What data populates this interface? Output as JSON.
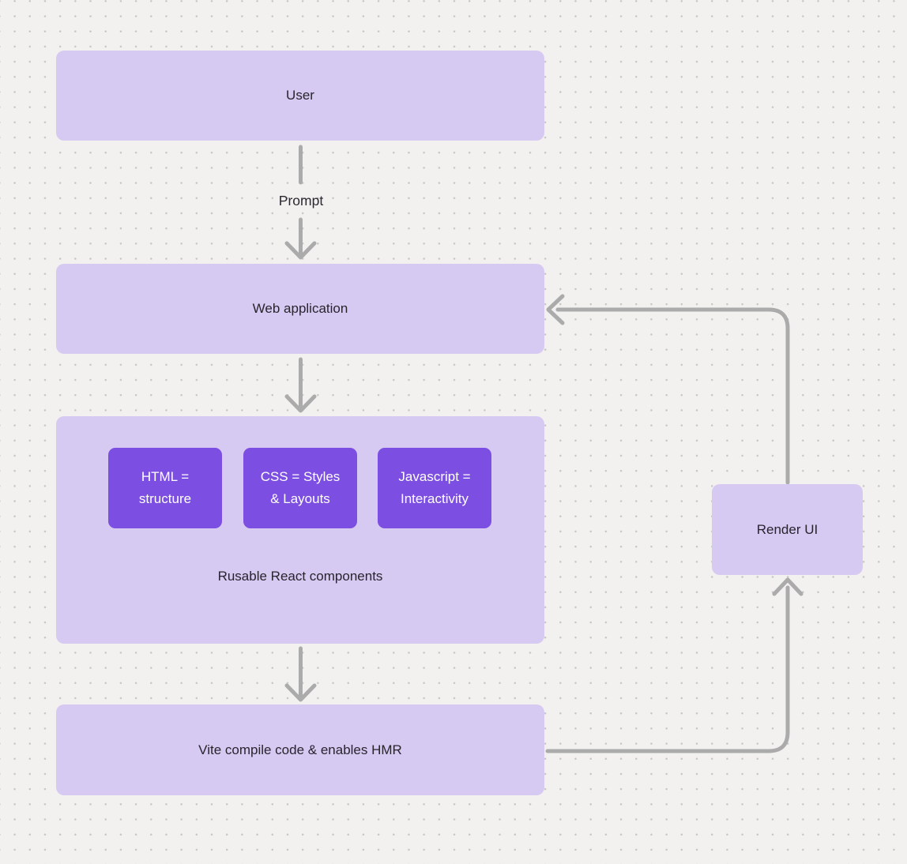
{
  "diagram": {
    "colors": {
      "background": "#f2f1ef",
      "dot_grid": "#c9c7c4",
      "node_fill": "#d7caf2",
      "chip_fill": "#7c4ee2",
      "arrow": "#ababab",
      "text_dark": "#28242e",
      "text_light": "#ffffff"
    },
    "nodes": {
      "user": {
        "label": "User"
      },
      "web_application": {
        "label": "Web application"
      },
      "components_group": {
        "label": "Rusable React components",
        "children": [
          {
            "label": "HTML =\nstructure"
          },
          {
            "label": "CSS = Styles\n& Layouts"
          },
          {
            "label": "Javascript =\nInteractivity"
          }
        ]
      },
      "vite": {
        "label": "Vite compile code & enables HMR"
      },
      "render_ui": {
        "label": "Render UI"
      }
    },
    "edges": {
      "user_to_webapp": {
        "label": "Prompt"
      },
      "webapp_to_components": {
        "label": ""
      },
      "components_to_vite": {
        "label": ""
      },
      "vite_to_renderui": {
        "label": ""
      },
      "renderui_to_webapp": {
        "label": ""
      }
    }
  }
}
